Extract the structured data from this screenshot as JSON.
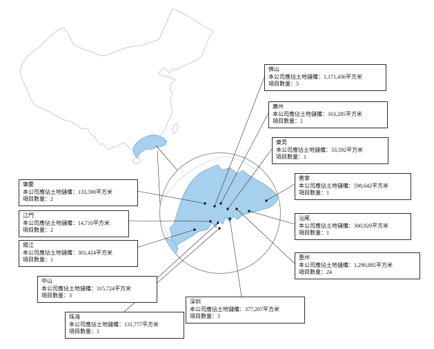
{
  "colors": {
    "province_highlight": "#a6d0ed",
    "province_outline": "#79add4",
    "map_outline": "#c6cbd1",
    "connector_line": "#2b2b2b"
  },
  "cities": [
    {
      "name": "佛山",
      "land_reserve_text": "本公司應佔土地儲備：1,171,436平方米",
      "project_count_text": "項目數量：5"
    },
    {
      "name": "廣州",
      "land_reserve_text": "本公司應佔土地儲備：163,285平方米",
      "project_count_text": "項目數量：1"
    },
    {
      "name": "東莞",
      "land_reserve_text": "本公司應佔土地儲備：33,592平方米",
      "project_count_text": "項目數量：1"
    },
    {
      "name": "普寧",
      "land_reserve_text": "本公司應佔土地儲備：598,642平方米",
      "project_count_text": "項目數量：1"
    },
    {
      "name": "汕尾",
      "land_reserve_text": "本公司應佔土地儲備：300,920平方米",
      "project_count_text": "項目數量：1"
    },
    {
      "name": "惠州",
      "land_reserve_text": "本公司應佔土地儲備：1,290,885平方米",
      "project_count_text": "項目數量：24"
    },
    {
      "name": "深圳",
      "land_reserve_text": "本公司應佔土地儲備：377,207平方米",
      "project_count_text": "項目數量：3"
    },
    {
      "name": "珠海",
      "land_reserve_text": "本公司應佔土地儲備：131,777平方米",
      "project_count_text": "項目數量：1"
    },
    {
      "name": "中山",
      "land_reserve_text": "本公司應佔土地儲備：315,724平方米",
      "project_count_text": "項目數量：3"
    },
    {
      "name": "陽江",
      "land_reserve_text": "本公司應佔土地儲備：301,424平方米",
      "project_count_text": "項目數量：1"
    },
    {
      "name": "江門",
      "land_reserve_text": "本公司應佔土地儲備：14,710平方米",
      "project_count_text": "項目數量：2"
    },
    {
      "name": "肇慶",
      "land_reserve_text": "本公司應佔土地儲備：133,590平方米",
      "project_count_text": "項目數量：2"
    }
  ]
}
